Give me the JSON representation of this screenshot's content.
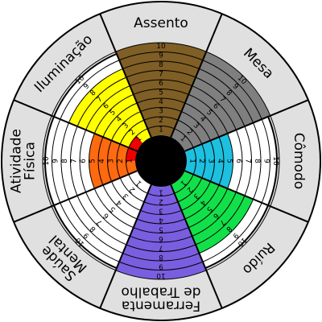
{
  "chart_data": {
    "type": "radial-bar",
    "title": "",
    "scale": {
      "min": 0,
      "max": 10,
      "ticks": [
        "1",
        "2",
        "3",
        "4",
        "5",
        "6",
        "7",
        "8",
        "9",
        "10"
      ]
    },
    "categories": [
      {
        "label": [
          "Assento"
        ],
        "value": 10,
        "color": "#7f5f25"
      },
      {
        "label": [
          "Mesa"
        ],
        "value": 10,
        "color": "#7f7f7f"
      },
      {
        "label": [
          "Cômodo"
        ],
        "value": 5,
        "color": "#1ec0e0"
      },
      {
        "label": [
          "Ruído"
        ],
        "value": 8,
        "color": "#12e04a"
      },
      {
        "label": [
          "Ferramenta",
          "de Trabalho"
        ],
        "value": 10,
        "color": "#7a5ee0"
      },
      {
        "label": [
          "Saúde",
          "Mental"
        ],
        "value": 0,
        "color": "#ffffff"
      },
      {
        "label": [
          "Atividade",
          "Física"
        ],
        "value": 5,
        "color": "#ff6a10"
      },
      {
        "label": [
          "Iluminação"
        ],
        "value": 8,
        "color": "#ffff00"
      }
    ],
    "center_mark": {
      "value": 1,
      "color": "#ee0000"
    }
  }
}
